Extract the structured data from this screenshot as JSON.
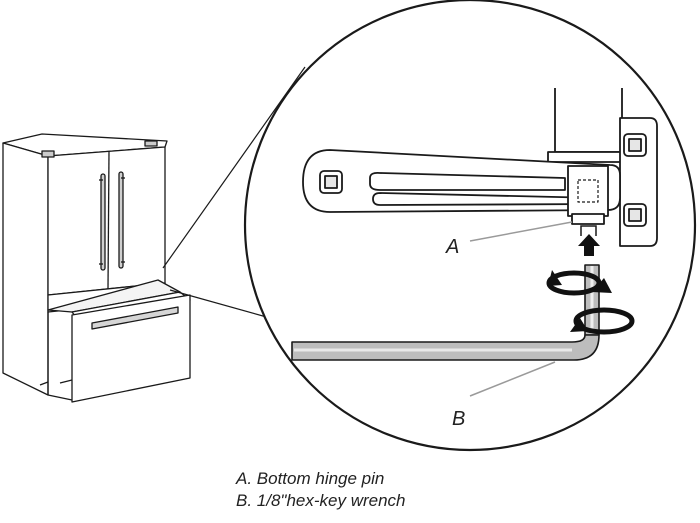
{
  "callouts": {
    "a": "A",
    "b": "B"
  },
  "legend": [
    "A. Bottom hinge pin",
    "B. 1/8\"hex-key wrench"
  ],
  "colors": {
    "line": "#1a1a1a",
    "leader": "#9a9a9a",
    "wrench_fill": "#bdbdbd",
    "background": "#ffffff"
  },
  "icons": [
    "refrigerator",
    "hinge-plate",
    "hinge-pin",
    "hex-key-wrench",
    "rotation-arrows",
    "up-arrow"
  ]
}
